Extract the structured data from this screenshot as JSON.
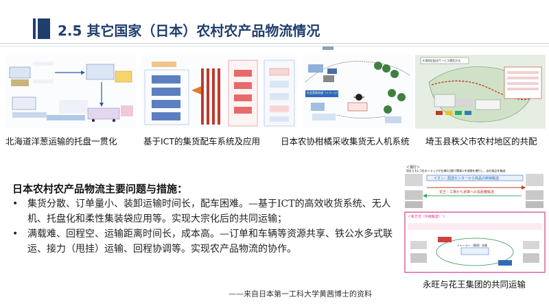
{
  "header": {
    "title": "2.5 其它国家（日本）农村农产品物流情况"
  },
  "figures": [
    {
      "caption": "北海道洋葱运输的托盘一贯化",
      "icon": "pallet-transport-diagram"
    },
    {
      "caption": "基于ICT的集货配车系统及应用",
      "icon": "ict-dispatch-flowchart"
    },
    {
      "caption": "日本农协柑橘采收集货无人机系统",
      "icon": "drone-system-diagram",
      "label": "社会実装地域（イメージ）"
    },
    {
      "caption": "埼玉县秩父市农村地区的共配",
      "icon": "joint-delivery-map",
      "label": "大滝地区配送サービス運営方法"
    }
  ],
  "main": {
    "heading": "日本农村农产品物流主要问题与措施：",
    "bullets": [
      "集货分散、订单量小、装卸运输时间长，配车困难。—基于ICT的高效收货系统、无人机、托盘化和柔性集装袋应用等。实现大宗化后的共同运输；",
      "满载难、回程空、运输距离时间长，成本高。—订单和车辆等资源共享、铁公水多式联运、接力（甩挂）运输、回程协调等。实现农产品物流的协作。"
    ],
    "bullet_symbol": "•",
    "source": "——来自日本第一工科大学黄茜博士的资料"
  },
  "diagram": {
    "caption": "永旺与花王集团的共同运输",
    "top_label": "＜現行＞",
    "top_note": "両社ともに1台のトラックが仕様1日間で関東⇔中部間を運行し、自社商品を輸送",
    "aeon_label": "イオン：配送センターから商品の幹線輸送",
    "kao_label": "花王：工場から倉庫への長距離輸送",
    "new_label": "＜新方式（中継輸送）＞",
    "relay_label": "トレーラー（車両）交換"
  }
}
